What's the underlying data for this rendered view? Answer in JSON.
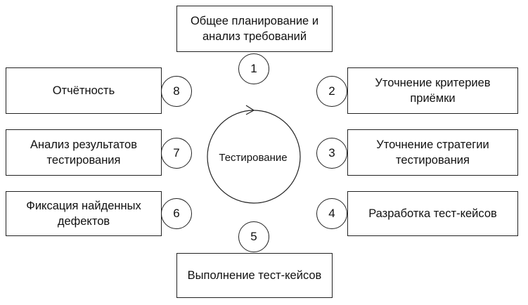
{
  "diagram": {
    "center_label": "Тестирование",
    "steps": [
      {
        "number": "1",
        "label": "Общее планирование и анализ требований"
      },
      {
        "number": "2",
        "label": "Уточнение критериев приёмки"
      },
      {
        "number": "3",
        "label": "Уточнение стратегии тестирования"
      },
      {
        "number": "4",
        "label": "Разработка тест-кейсов"
      },
      {
        "number": "5",
        "label": "Выполнение тест-кейсов"
      },
      {
        "number": "6",
        "label": "Фиксация найденных дефектов"
      },
      {
        "number": "7",
        "label": "Анализ результатов тестирования"
      },
      {
        "number": "8",
        "label": "Отчётность"
      }
    ]
  }
}
